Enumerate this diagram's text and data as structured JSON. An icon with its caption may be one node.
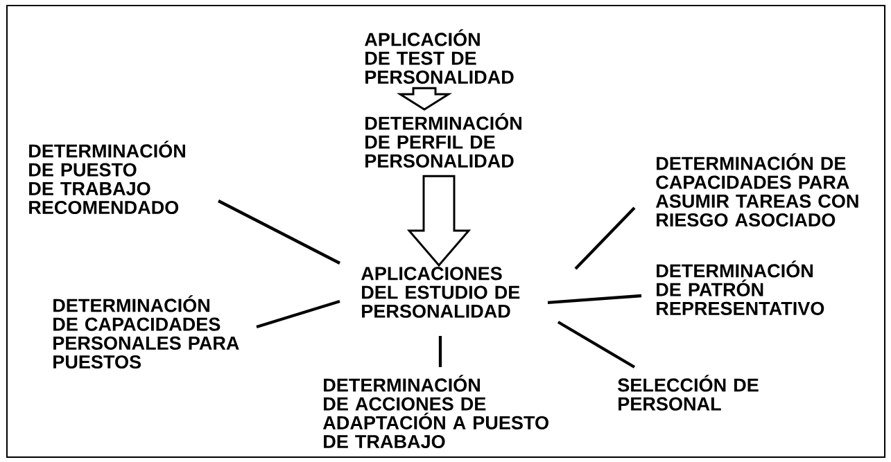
{
  "diagram": {
    "nodes": [
      {
        "text": [
          "APLICACIÓN DE TEST DE PERSONALIDAD"
        ]
      },
      {
        "text": [
          "DETERMINACIÓN DE PERFIL DE PERSONALIDAD"
        ]
      },
      {
        "text": [
          "APLICACIONES DEL ESTUDIO DE PERSONALIDAD"
        ]
      },
      {
        "text": [
          "DETERMINACIÓN DE PUESTO DE TRABAJO RECOMENDADO"
        ]
      },
      {
        "text": [
          "DETERMINACIÓN DE CAPACIDADES PARA ASUMIR TAREAS CON RIESGO ASOCIADO"
        ]
      },
      {
        "text": [
          "DETERMINACIÓN DE PATRÓN REPRESENTATIVO"
        ]
      },
      {
        "text": [
          "DETERMINACIÓN DE CAPACIDADES PERSONALES PARA PUESTOS"
        ]
      },
      {
        "text": [
          "DETERMINACIÓN DE ACCIONES DE ADAPTACIÓN A PUESTO DE TRABAJO"
        ]
      },
      {
        "text": [
          "SELECCIÓN DE PERSONAL"
        ]
      }
    ],
    "edges": [
      {
        "from": 0,
        "to": 1,
        "arrow": "to",
        "style": "thick"
      },
      {
        "from": 1,
        "to": 2,
        "arrow": "to",
        "style": "thick"
      },
      {
        "from": 2,
        "to": 3,
        "arrow": "none"
      },
      {
        "from": 2,
        "to": 4,
        "arrow": "none"
      },
      {
        "from": 2,
        "to": 5,
        "arrow": "none"
      },
      {
        "from": 2,
        "to": 6,
        "arrow": "none"
      },
      {
        "from": 2,
        "to": 7,
        "arrow": "none"
      },
      {
        "from": 2,
        "to": 8,
        "arrow": "none"
      }
    ]
  }
}
